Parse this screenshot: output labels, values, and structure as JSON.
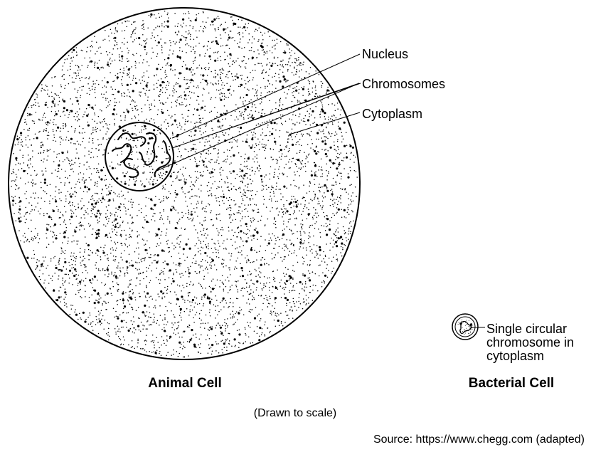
{
  "animal_cell": {
    "title": "Animal Cell",
    "labels": {
      "nucleus": "Nucleus",
      "chromosomes": "Chromosomes",
      "cytoplasm": "Cytoplasm"
    }
  },
  "bacterial_cell": {
    "title": "Bacterial Cell",
    "label_lines": [
      "Single circular",
      "chromosome in",
      "cytoplasm"
    ]
  },
  "scale_note": "(Drawn to scale)",
  "source": "Source: https://www.chegg.com (adapted)",
  "colors": {
    "ink": "#000000",
    "background": "#ffffff"
  }
}
